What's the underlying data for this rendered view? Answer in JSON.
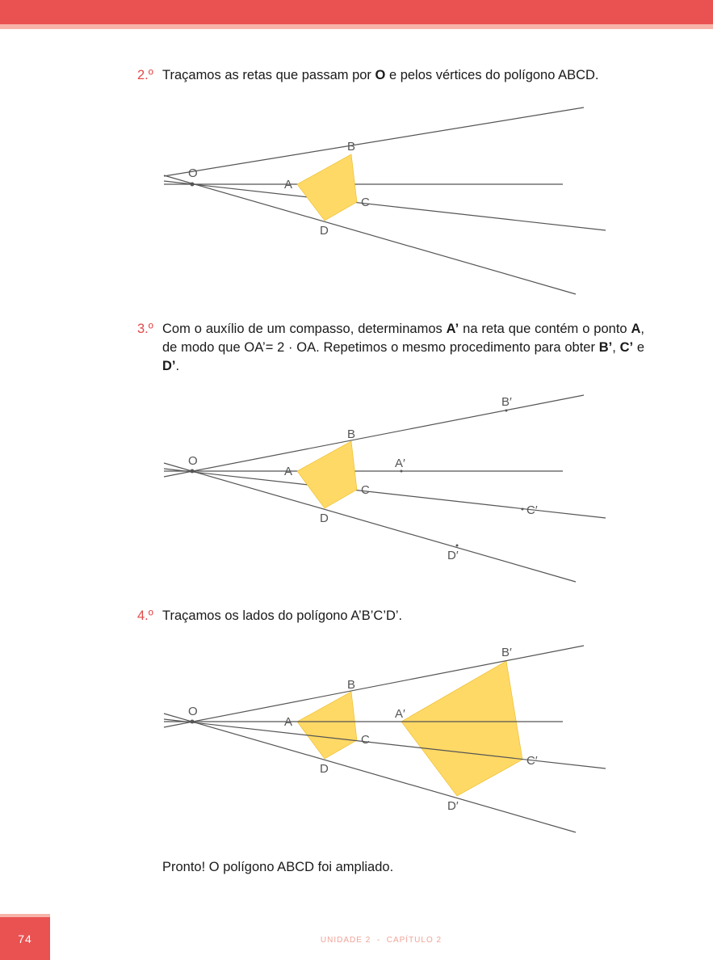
{
  "page_number": "74",
  "footer": {
    "unit": "UNIDADE 2",
    "separator": "-",
    "chapter": "CAPÍTULO 2"
  },
  "steps": [
    {
      "number": "2.º",
      "text_parts": [
        "Traçamos as retas que passam por ",
        "O",
        " e pelos vértices do polígono ABCD."
      ]
    },
    {
      "number": "3.º",
      "text_parts": [
        "Com o auxílio de um compasso, determinamos ",
        "A’",
        " na reta que contém o ponto ",
        "A",
        ", de modo que OA’= 2 · OA. Repetimos o mesmo procedimento para obter ",
        "B’",
        ", ",
        "C’",
        " e ",
        "D’",
        "."
      ]
    },
    {
      "number": "4.º",
      "text_parts": [
        "Traçamos os lados do polígono A’B’C’D’."
      ]
    }
  ],
  "conclusion": "Pronto! O polígono ABCD foi ampliado.",
  "labels": {
    "O": "O",
    "A": "A",
    "B": "B",
    "C": "C",
    "D": "D",
    "A2": "A′",
    "B2": "B′",
    "C2": "C′",
    "D2": "D′"
  },
  "colors": {
    "accent": "#ea5151",
    "accent_light": "#f7b3a8",
    "polygon_fill": "#ffd966",
    "line": "#555555"
  }
}
